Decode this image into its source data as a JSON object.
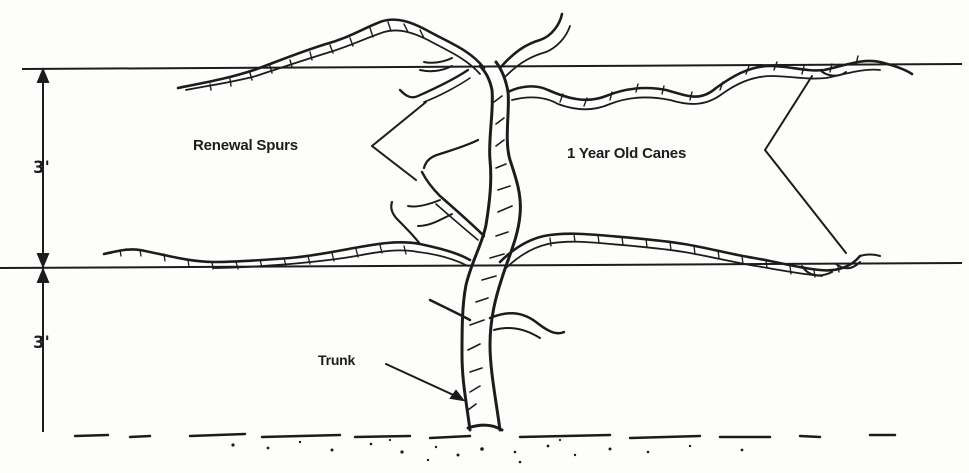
{
  "diagram": {
    "labels": {
      "renewal_spurs": "Renewal Spurs",
      "one_year_old_canes": "1 Year Old Canes",
      "trunk": "Trunk",
      "upper_height": "3'",
      "lower_height": "3'"
    },
    "colors": {
      "ink": "#1c1c1c",
      "paper": "#fdfdfb"
    }
  }
}
